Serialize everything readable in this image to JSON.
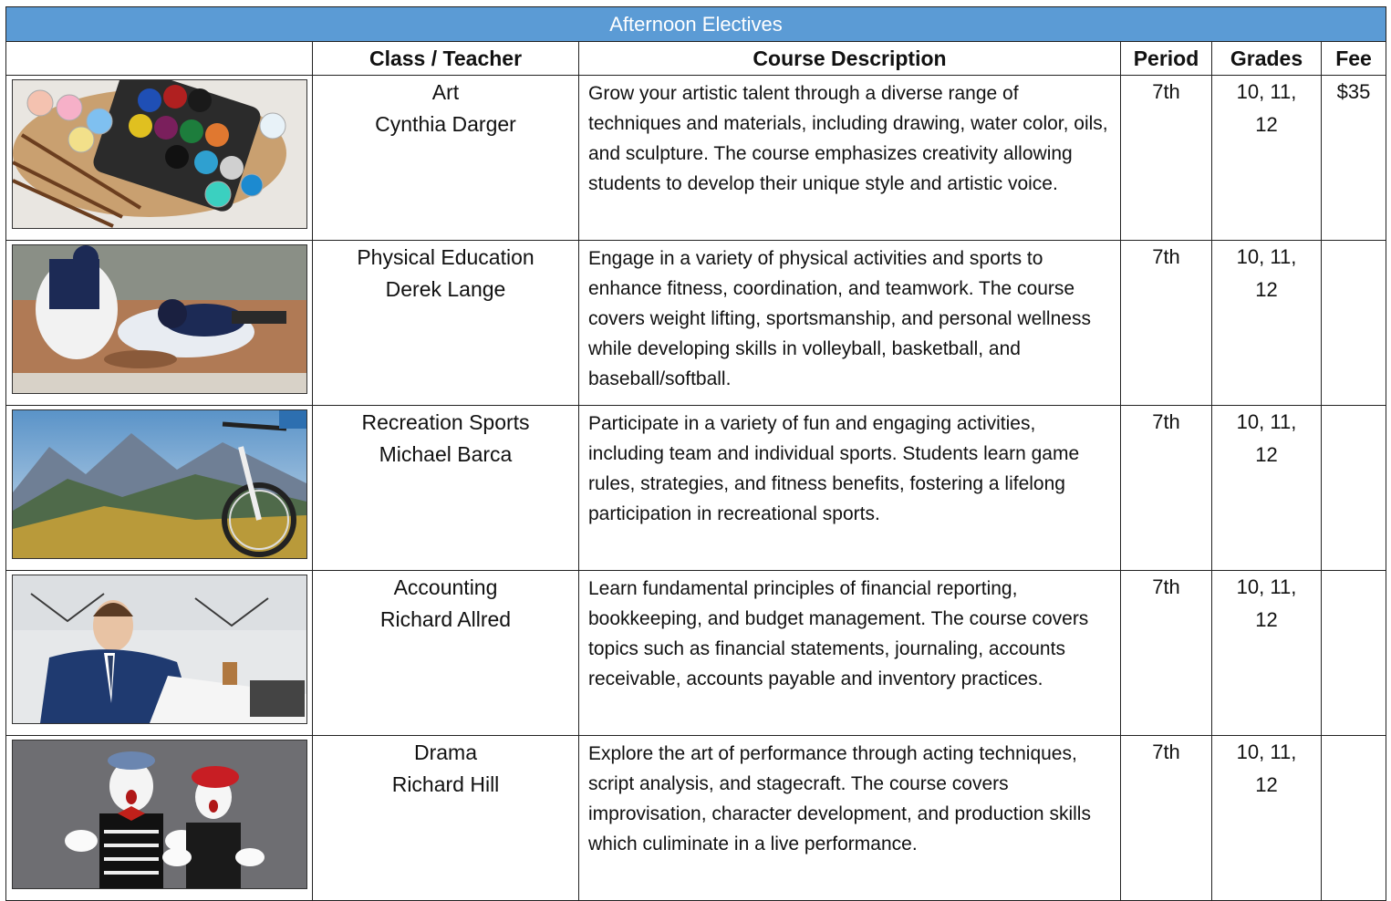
{
  "banner": "Afternoon Electives",
  "headers": {
    "image": "",
    "class_teacher": "Class / Teacher",
    "description": "Course Description",
    "period": "Period",
    "grades": "Grades",
    "fee": "Fee"
  },
  "rows": [
    {
      "image_icon": "art-palette-photo",
      "class": "Art",
      "teacher": "Cynthia Darger",
      "description": "Grow your artistic talent through a diverse range of techniques and materials, including drawing, water color, oils, and sculpture. The course emphasizes creativity allowing students to develop their unique style and artistic voice.",
      "period": "7th",
      "grades": "10, 11, 12",
      "fee": "$35"
    },
    {
      "image_icon": "baseball-slide-photo",
      "class": "Physical Education",
      "teacher": "Derek Lange",
      "description": "Engage in a variety of physical activities and sports to enhance fitness, coordination, and teamwork. The course covers weight lifting, sportsmanship, and personal wellness while developing skills in volleyball, basketball, and baseball/softball.",
      "period": "7th",
      "grades": "10, 11, 12",
      "fee": ""
    },
    {
      "image_icon": "mountain-bike-photo",
      "class": "Recreation Sports",
      "teacher": "Michael Barca",
      "description": "Participate in a variety of fun and engaging activities, including team and individual sports. Students learn game rules, strategies, and fitness benefits, fostering a lifelong participation in recreational sports.",
      "period": "7th",
      "grades": "10, 11, 12",
      "fee": ""
    },
    {
      "image_icon": "accountant-desk-photo",
      "class": "Accounting",
      "teacher": "Richard Allred",
      "description": "Learn fundamental principles of financial reporting, bookkeeping, and budget management. The course covers topics such as financial statements, journaling, accounts receivable, accounts payable and inventory practices.",
      "period": "7th",
      "grades": "10, 11, 12",
      "fee": ""
    },
    {
      "image_icon": "mime-performers-photo",
      "class": "Drama",
      "teacher": "Richard Hill",
      "description": "Explore the art of performance through acting techniques, script analysis, and stagecraft. The course covers improvisation, character development, and production skills which culiminate in a live performance.",
      "period": "7th",
      "grades": "10, 11, 12",
      "fee": ""
    }
  ],
  "colors": {
    "banner_bg": "#5b9bd5",
    "banner_text": "#ffffff",
    "border": "#222222"
  }
}
